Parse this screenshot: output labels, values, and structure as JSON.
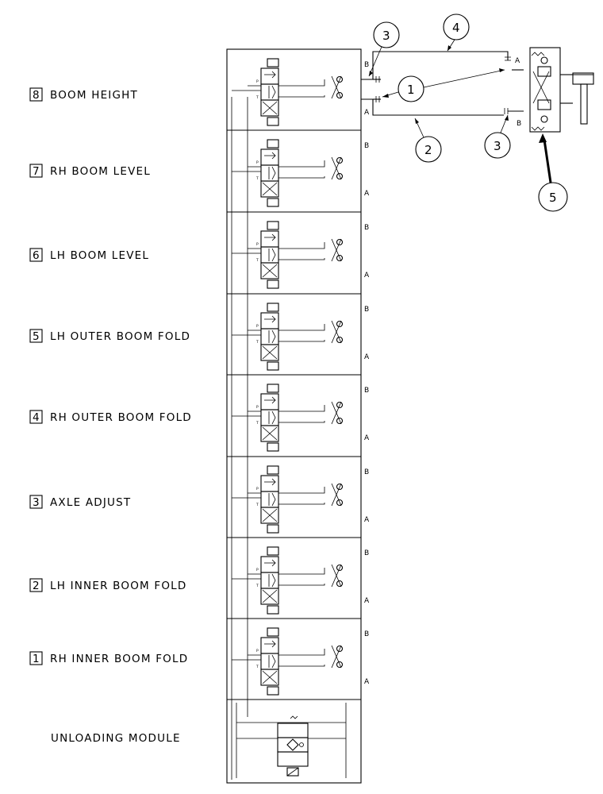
{
  "sections": [
    {
      "number": "8",
      "label": "BOOM HEIGHT",
      "port_b": "B",
      "port_a": "A"
    },
    {
      "number": "7",
      "label": "RH  BOOM  LEVEL",
      "port_b": "B",
      "port_a": "A"
    },
    {
      "number": "6",
      "label": "LH  BOOM  LEVEL",
      "port_b": "B",
      "port_a": "A"
    },
    {
      "number": "5",
      "label": "LH  OUTER  BOOM  FOLD",
      "port_b": "B",
      "port_a": "A"
    },
    {
      "number": "4",
      "label": "RH  OUTER  BOOM  FOLD",
      "port_b": "B",
      "port_a": "A"
    },
    {
      "number": "3",
      "label": "AXLE    ADJUST",
      "port_b": "B",
      "port_a": "A"
    },
    {
      "number": "2",
      "label": "LH  INNER  BOOM  FOLD",
      "port_b": "B",
      "port_a": "A"
    },
    {
      "number": "1",
      "label": "RH  INNER  BOOM  FOLD",
      "port_b": "B",
      "port_a": "A"
    }
  ],
  "unloading_module": "UNLOADING  MODULE",
  "callouts": [
    "3",
    "4",
    "1",
    "2",
    "3",
    "5"
  ],
  "cylinder_ports": {
    "a": "A",
    "b": "B"
  },
  "valve_letters": {
    "p": "P",
    "t": "T"
  }
}
